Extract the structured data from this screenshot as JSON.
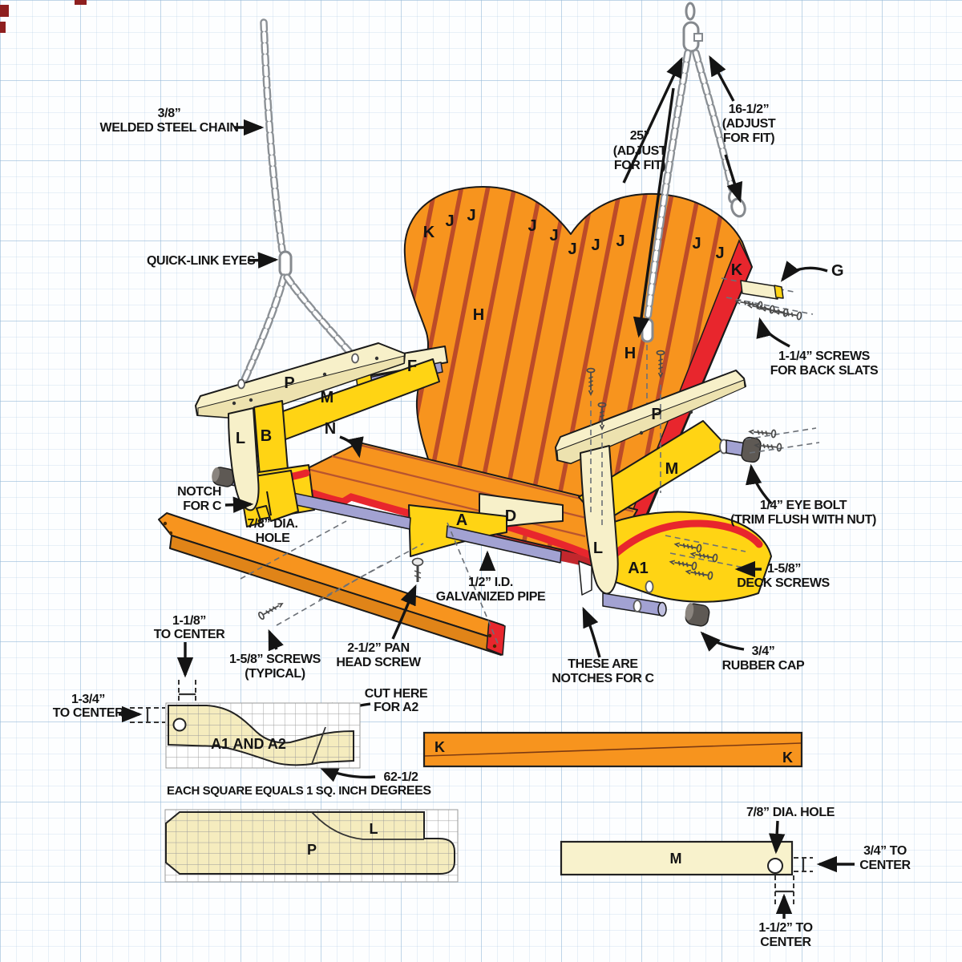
{
  "diagram": {
    "subject": "heart-back porch swing exploded construction diagram",
    "colors": {
      "wood_orange": "#F7941E",
      "slat_stripe": "#BC4B28",
      "trim_red": "#E8262D",
      "frame_yellow": "#FFD414",
      "wood_cream": "#F7F0C9",
      "cream_shade": "#EDE2AF",
      "pipe_purple": "#A2A2D2",
      "pipe_purple_dark": "#8484BA",
      "rubber_gray": "#5E5954",
      "chain_gray": "#8B9095",
      "grid_blue": "#C5DAEA",
      "text_black": "#141414",
      "pattern_cream": "#F5ECBE"
    },
    "callouts": {
      "weld_chain": {
        "lines": [
          "3/8”",
          "WELDED STEEL CHAIN"
        ]
      },
      "quick_link_eyes": {
        "lines": [
          "QUICK-LINK EYES"
        ]
      },
      "chain_25": {
        "lines": [
          "25”",
          "(ADJUST",
          "FOR FIT)"
        ]
      },
      "chain_16_5": {
        "lines": [
          "16-1/2”",
          "(ADJUST",
          "FOR FIT)"
        ]
      },
      "part_g": {
        "lines": [
          "G"
        ]
      },
      "back_slat_screws": {
        "lines": [
          "1-1/4” SCREWS",
          "FOR BACK SLATS"
        ]
      },
      "notch_for_c": {
        "lines": [
          "NOTCH",
          "FOR C"
        ]
      },
      "dia_hole_leg": {
        "lines": [
          "7/8” DIA.",
          "HOLE"
        ]
      },
      "eye_bolt": {
        "lines": [
          "1/4” EYE BOLT",
          "(TRIM FLUSH WITH NUT)"
        ]
      },
      "deck_screws": {
        "lines": [
          "1-5/8”",
          "DECK SCREWS"
        ]
      },
      "galv_pipe": {
        "lines": [
          "1/2” I.D.",
          "GALVANIZED PIPE"
        ]
      },
      "pan_head_screw": {
        "lines": [
          "2-1/2” PAN",
          "HEAD SCREW"
        ]
      },
      "notches_for_c": {
        "lines": [
          "THESE ARE",
          "NOTCHES FOR C"
        ]
      },
      "rubber_cap": {
        "lines": [
          "3/4”",
          "RUBBER CAP"
        ]
      },
      "screws_typical": {
        "lines": [
          "1-5/8” SCREWS",
          "(TYPICAL)"
        ]
      },
      "center_1_1_8": {
        "lines": [
          "1-1/8”",
          "TO CENTER"
        ]
      },
      "center_1_3_4": {
        "lines": [
          "1-3/4”",
          "TO CENTER"
        ]
      },
      "cut_here_a2": {
        "lines": [
          "CUT HERE",
          "FOR A2"
        ]
      },
      "angle_62": {
        "lines": [
          "62-1/2",
          "DEGREES"
        ]
      },
      "square_note": {
        "lines": [
          "EACH SQUARE EQUALS 1 SQ. INCH"
        ]
      },
      "dia_hole_m": {
        "lines": [
          "7/8” DIA. HOLE"
        ]
      },
      "center_3_4": {
        "lines": [
          "3/4” TO",
          "CENTER"
        ]
      },
      "center_1_1_2": {
        "lines": [
          "1-1/2” TO",
          "CENTER"
        ]
      }
    },
    "letters": {
      "assembly": [
        "K",
        "J",
        "J",
        "J",
        "J",
        "J",
        "J",
        "J",
        "J",
        "J",
        "K",
        "H",
        "H",
        "F",
        "P",
        "M",
        "N",
        "B",
        "L",
        "P",
        "M",
        "L",
        "A1",
        "A",
        "D"
      ],
      "patterns": {
        "a1a2": "A1 AND A2",
        "k_left": "K",
        "k_right": "K",
        "l": "L",
        "p": "P",
        "m": "M"
      }
    }
  }
}
